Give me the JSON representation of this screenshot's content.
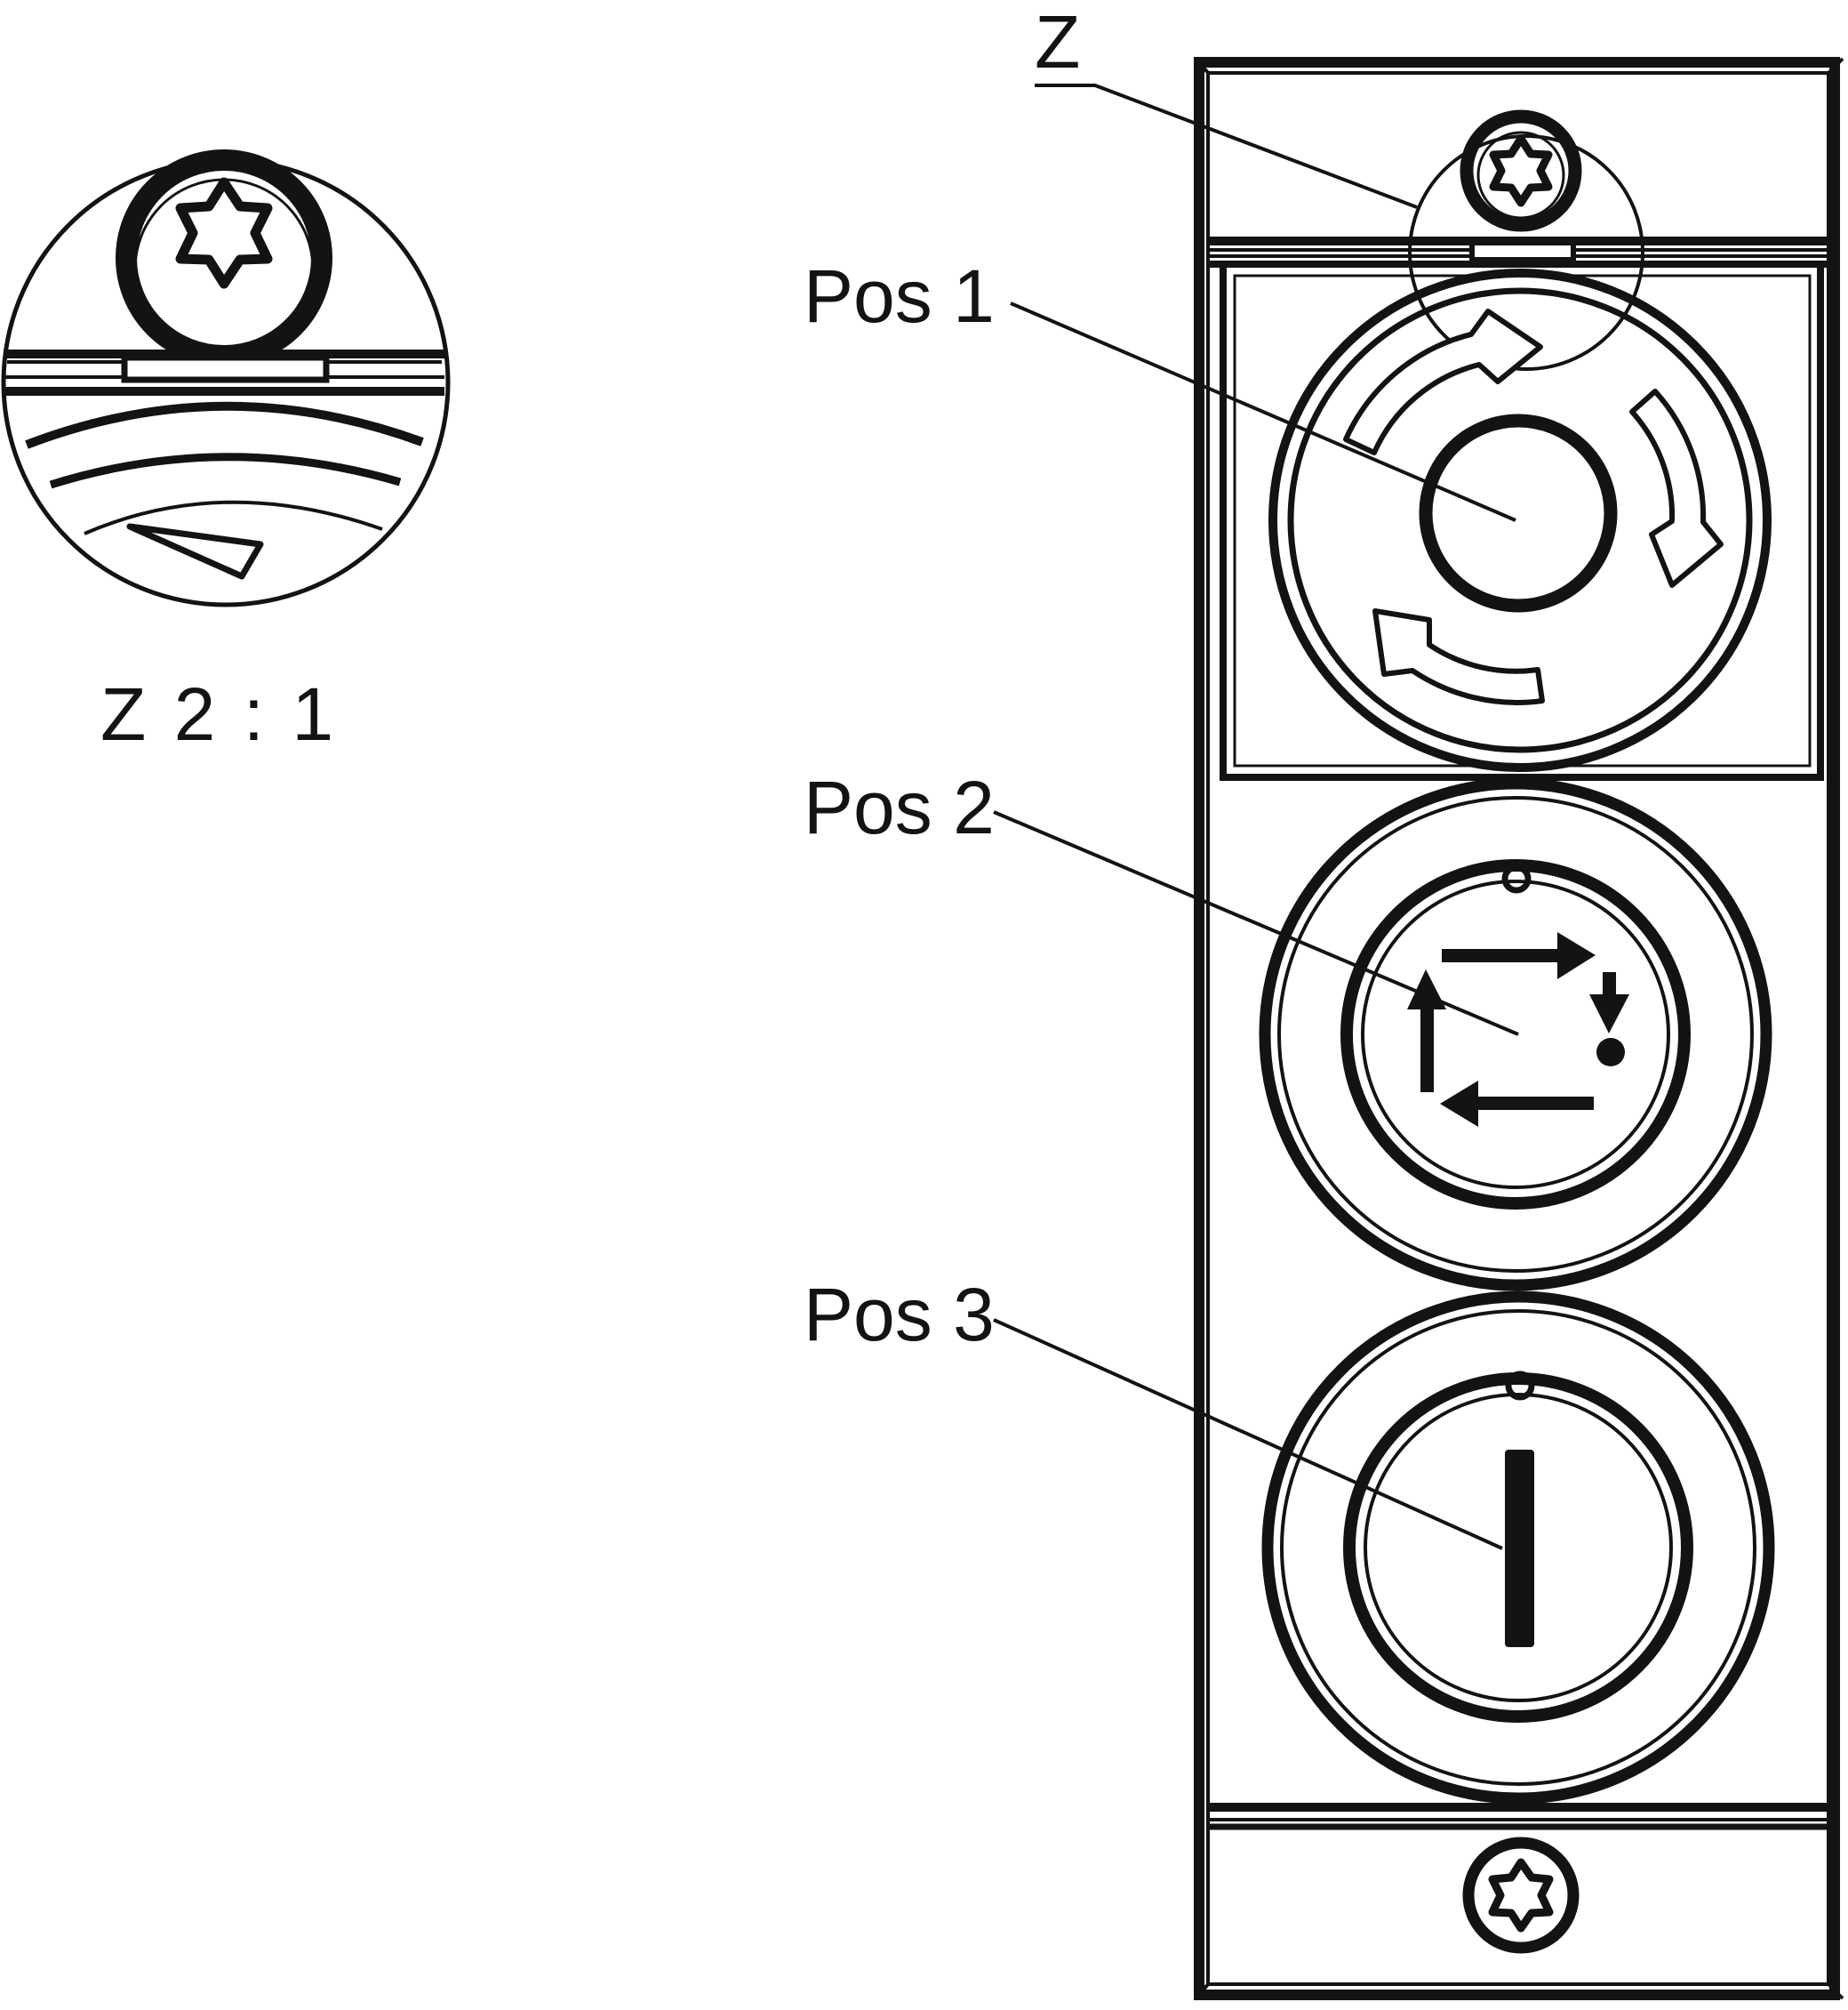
{
  "labels": {
    "z": "Z",
    "pos1": "Pos 1",
    "pos2": "Pos 2",
    "pos3": "Pos 3",
    "detail_scale": "Z 2 : 1"
  },
  "icons": {
    "top_screw": "torx-screw-icon",
    "bottom_screw": "torx-screw-icon",
    "pos1_button": "emergency-stop-icon",
    "pos2_button": "auto-cycle-icon",
    "pos3_button": "power-on-icon",
    "detail_view": "torx-screw-magnified-icon"
  },
  "colors": {
    "ink": "#131313",
    "background": "#ffffff"
  }
}
